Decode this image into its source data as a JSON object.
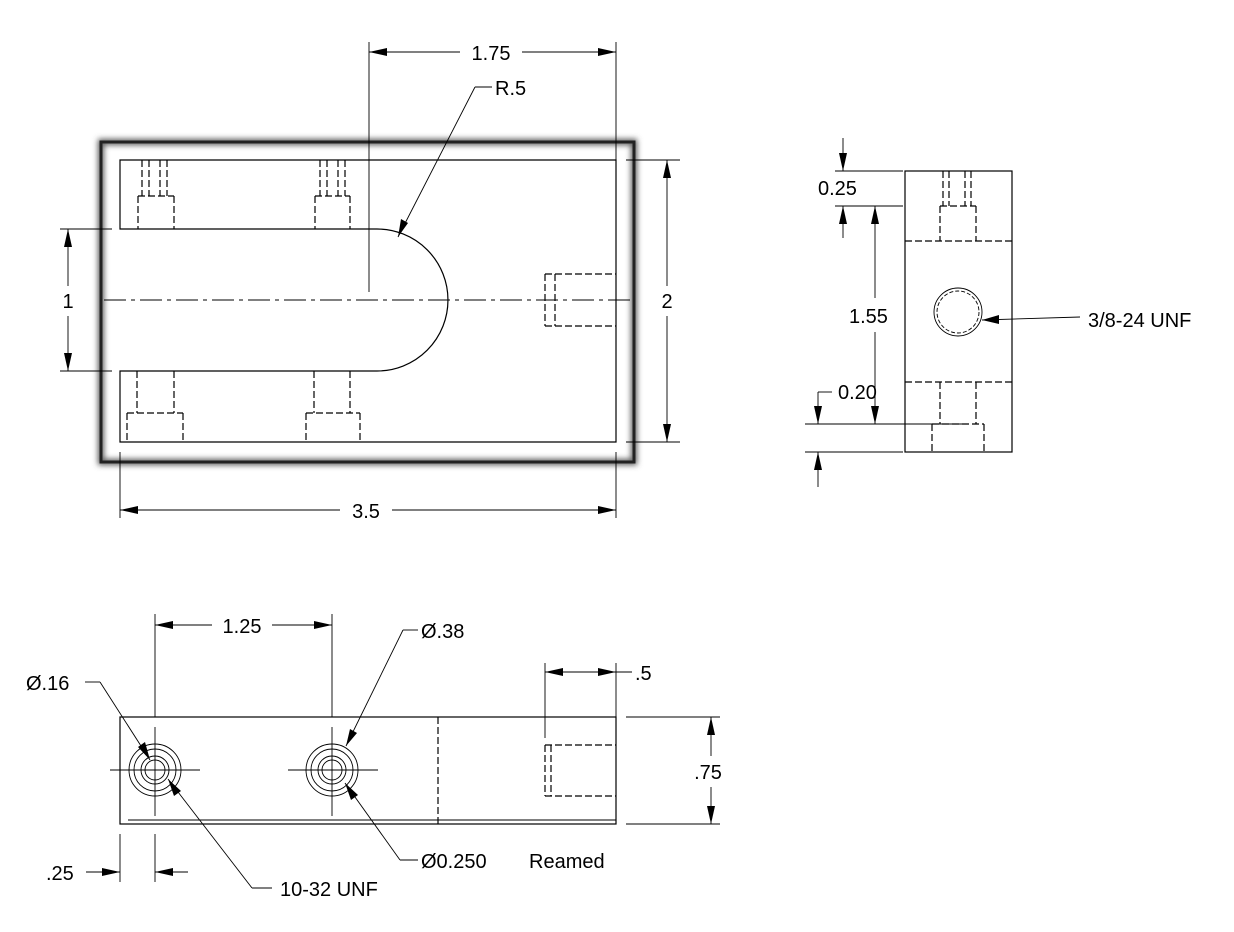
{
  "top_view": {
    "overall_length": "3.5",
    "overall_width": "2",
    "slot_width": "1",
    "slot_length": "1.75",
    "slot_radius": "R.5"
  },
  "side_view": {
    "top_offset": "0.25",
    "hole_spacing": "1.55",
    "bottom_offset": "0.20",
    "thread_callout": "3/8-24 UNF"
  },
  "front_view": {
    "hole_spacing": "1.25",
    "counterbore_dia": "Ø.38",
    "hole_dia": "Ø.16",
    "depth_dim": ".5",
    "height": ".75",
    "edge_offset": ".25",
    "reamed_dia": "Ø0.250",
    "reamed_note": "Reamed",
    "tap_callout": "10-32 UNF"
  },
  "colors": {
    "line": "#000000",
    "background": "#ffffff"
  }
}
